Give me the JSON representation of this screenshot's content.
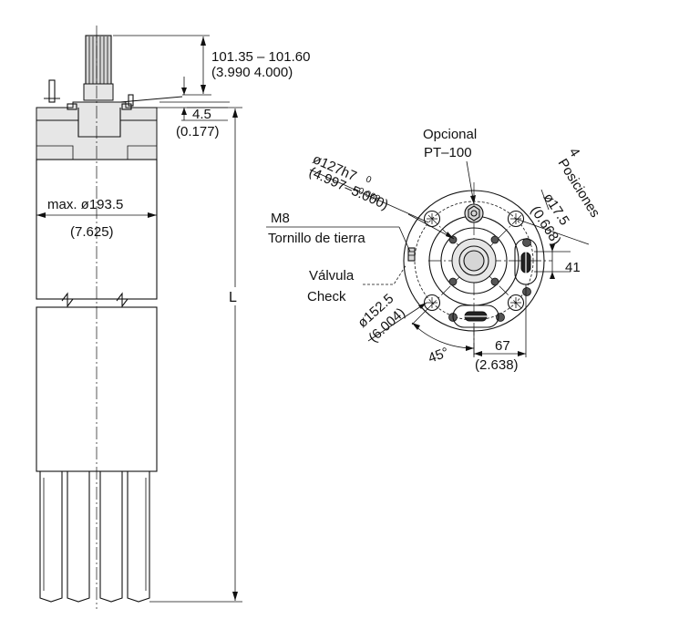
{
  "labels": {
    "shaft_length": "101.35 – 101.60",
    "shaft_length_in": "(3.990 4.000)",
    "shoulder": "4.5",
    "shoulder_in": "(0.177)",
    "max_diameter": "max. ø193.5",
    "max_diameter_in": "(7.625)",
    "length": "L",
    "optional": "Opcional",
    "pt100": "PT–100",
    "positions_count": "4",
    "positions": "Posiciones",
    "pilot_diameter": "ø127h7",
    "tol_upper": "0",
    "tol_lower": "–0.063",
    "pilot_diameter_in": "(4.997–5.000)",
    "m8": "M8",
    "ground_screw": "Tornillo de tierra",
    "valve": "Válvula",
    "check": "Check",
    "bolt_hole": "ø17.5",
    "bolt_hole_in": "(0.668)",
    "dim_41": "41",
    "bolt_circle": "ø152.5",
    "bolt_circle_in": "(6.004)",
    "angle": "45°",
    "dim_67": "67",
    "dim_67_in": "(2.638)"
  }
}
